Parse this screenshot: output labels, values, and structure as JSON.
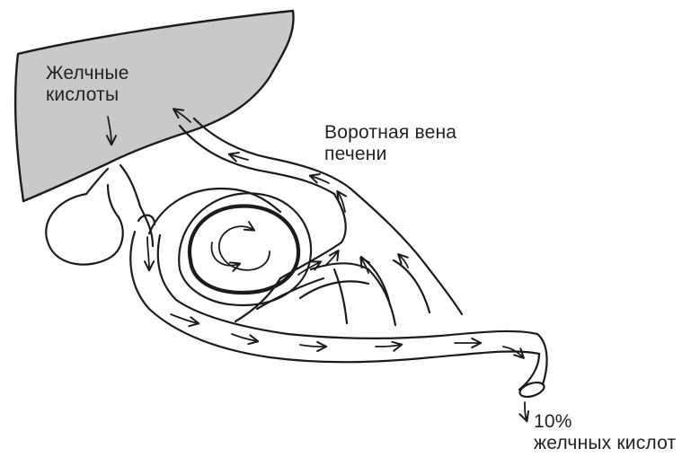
{
  "labels": {
    "bile_acids_line1": "Желчные",
    "bile_acids_line2": "кислоты",
    "portal_vein_line1": "Воротная вена",
    "portal_vein_line2": "печени",
    "excreted_line1": "10%",
    "excreted_line2": "желчных кислот"
  },
  "colors": {
    "liver_fill": "#c9c9c9",
    "outline": "#1b1b1b",
    "text": "#222222"
  }
}
